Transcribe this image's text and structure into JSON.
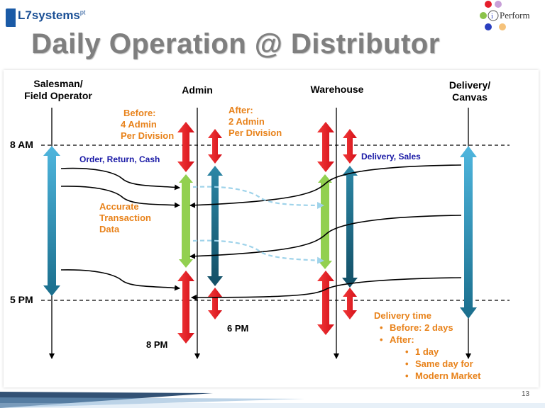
{
  "branding": {
    "left_logo_text": "L7systems",
    "left_logo_sup": "pt",
    "right_logo_text": "iPerform"
  },
  "title": "Daily Operation @ Distributor",
  "columns": {
    "salesman_line1": "Salesman/",
    "salesman_line2": "Field Operator",
    "admin": "Admin",
    "warehouse": "Warehouse",
    "delivery_line1": "Delivery/",
    "delivery_line2": "Canvas"
  },
  "times": {
    "start": "8 AM",
    "end": "5 PM",
    "admin_after_end": "6 PM",
    "admin_before_end": "8 PM"
  },
  "annotations": {
    "before_line1": "Before:",
    "before_line2": "4 Admin",
    "before_line3": "Per Division",
    "after_line1": "After:",
    "after_line2": "2 Admin",
    "after_line3": "Per Division",
    "flow_orders": "Order,  Return, Cash",
    "flow_delivery": "Delivery, Sales",
    "accurate_line1": "Accurate",
    "accurate_line2": "Transaction",
    "accurate_line3": "Data"
  },
  "delivery_time": {
    "heading": "Delivery time",
    "before": "Before: 2 days",
    "after": "After:",
    "after_items": [
      "1 day",
      "Same day for",
      "Modern Market"
    ]
  },
  "page_number": "13",
  "colors": {
    "red_arrow": "#ee1c24",
    "green_bar": "#92d050",
    "cyan_arrow": "#3aa6cf",
    "dark_teal_arrow": "#1a6e8c",
    "orange_text": "#e8821a",
    "blue_text": "#1a1aa6",
    "title_gray": "#7f7f7f"
  }
}
